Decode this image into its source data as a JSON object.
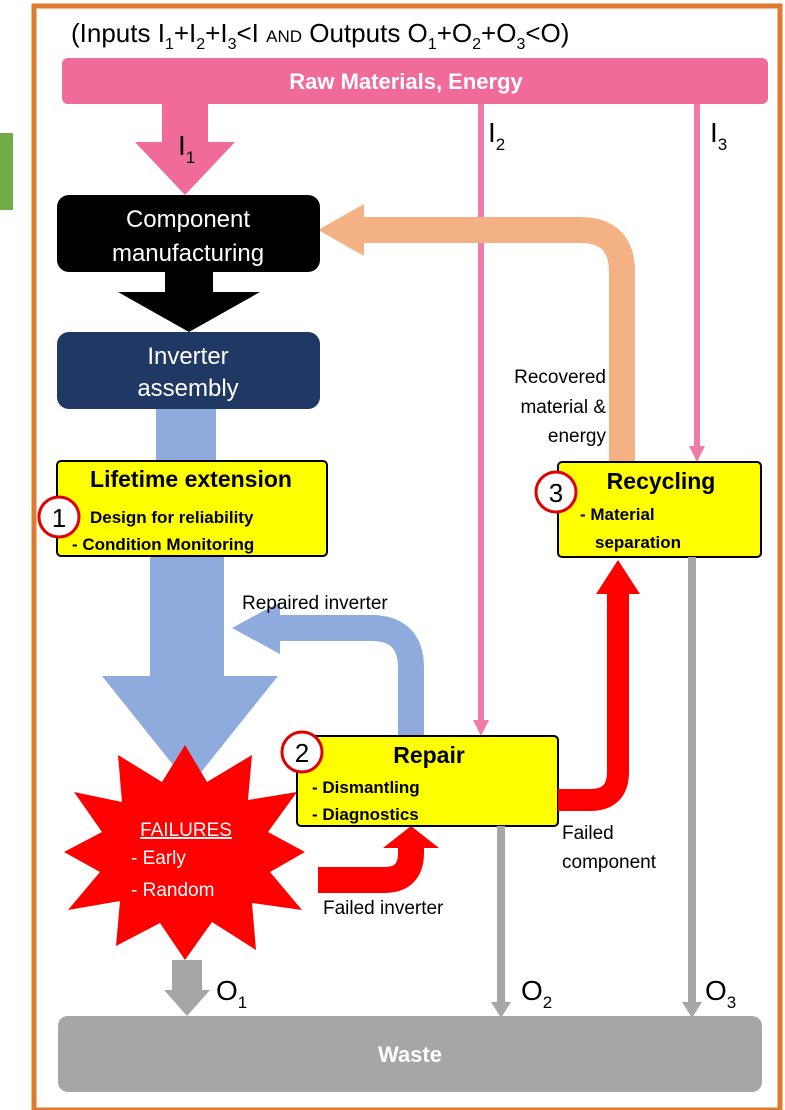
{
  "header": {
    "text_pre": "(Inputs I",
    "s1": "1",
    "plus1": "+I",
    "s2": "2",
    "plus2": "+I",
    "s3": "3",
    "lt_i": "<I ",
    "and": "AND",
    "outputs": " Outputs O",
    "so1": "1",
    "oplus1": "+O",
    "so2": "2",
    "oplus2": "+O",
    "so3": "3",
    "lt_o": "<O)"
  },
  "raw_materials": "Raw Materials, Energy",
  "inputs": {
    "i1": "I",
    "i1_sub": "1",
    "i2": "I",
    "i2_sub": "2",
    "i3": "I",
    "i3_sub": "3"
  },
  "outputs": {
    "o1": "O",
    "o1_sub": "1",
    "o2": "O",
    "o2_sub": "2",
    "o3": "O",
    "o3_sub": "3"
  },
  "component_box": {
    "line1": "Component",
    "line2": "manufacturing"
  },
  "inverter_box": {
    "line1": "Inverter",
    "line2": "assembly"
  },
  "lifetime": {
    "title": "Lifetime extension",
    "num": "1",
    "item1": "Design for reliability",
    "item2": "- Condition Monitoring"
  },
  "recycling": {
    "title": "Recycling",
    "num": "3",
    "item1": "- Material",
    "item2": "separation"
  },
  "repair": {
    "title": "Repair",
    "num": "2",
    "item1": "- Dismantling",
    "item2": "- Diagnostics",
    "dash1": "- ",
    "label1": "Dismantling",
    "label2": "Diagnostics"
  },
  "failures": {
    "title": "FAILURES",
    "item1": "- Early",
    "item2": "- Random"
  },
  "labels": {
    "recovered1": "Recovered",
    "recovered2": "material &",
    "recovered3": "energy",
    "repaired_inverter": "Repaired inverter",
    "failed_inverter": "Failed inverter",
    "failed_component1": "Failed",
    "failed_component2": "component"
  },
  "waste": "Waste",
  "colors": {
    "frame": "#e07a2e",
    "raw_bar": "#f06a9a",
    "pink_line": "#f07aa8",
    "component": "#000000",
    "inverter": "#1f3864",
    "blue_flow": "#8faadc",
    "yellow_box": "#ffff00",
    "red": "#ff0000",
    "grey": "#a6a6a6",
    "peach": "#f4b183",
    "green_tab": "#70ad47"
  }
}
